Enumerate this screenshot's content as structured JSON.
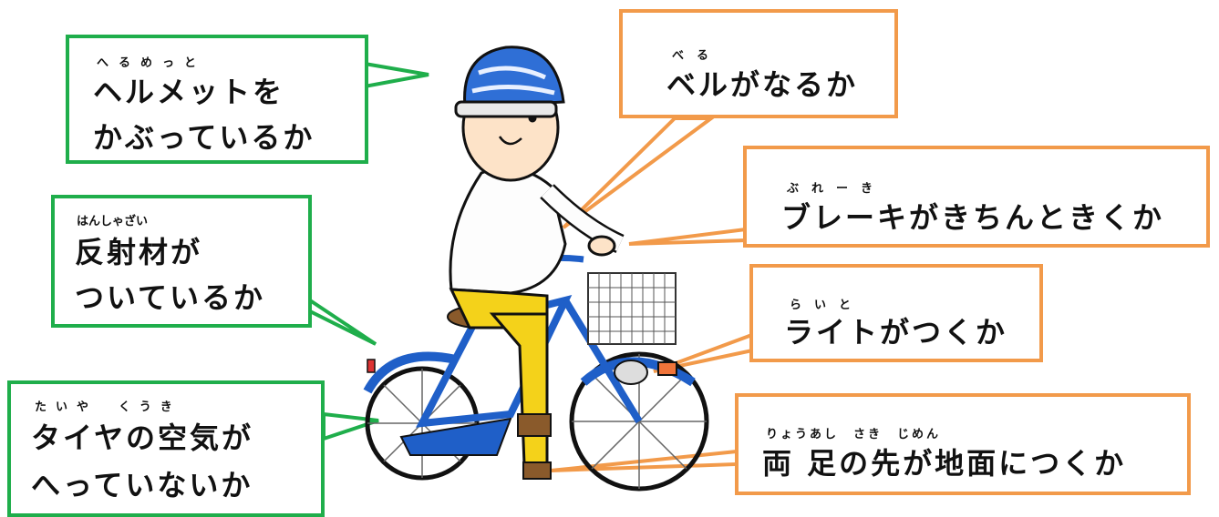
{
  "callouts": {
    "helmet": {
      "ruby": "へるめっと",
      "line1": "ヘルメットを",
      "line2": "かぶっているか"
    },
    "reflector": {
      "ruby": "はんしゃざい",
      "line1": "反射材が",
      "line2": "ついているか"
    },
    "tire": {
      "ruby": "たいや　くうき",
      "line1": "タイヤの空気が",
      "line2": "へっていないか"
    },
    "bell": {
      "ruby": "べる",
      "line1": "ベルがなるか"
    },
    "brake": {
      "ruby": "ぶれーき",
      "line1": "ブレーキがきちんときくか"
    },
    "light": {
      "ruby": "らいと",
      "line1": "ライトがつくか"
    },
    "feet": {
      "ruby": "りょうあし　さき　じめん",
      "line1": "両 足の先が地面につくか"
    }
  },
  "colors": {
    "green_border": "#1fae4b",
    "orange_border": "#f29a4a",
    "helmet": "#2f6fd6",
    "bicycle": "#1f5fc8",
    "pants": "#f4d21a"
  }
}
